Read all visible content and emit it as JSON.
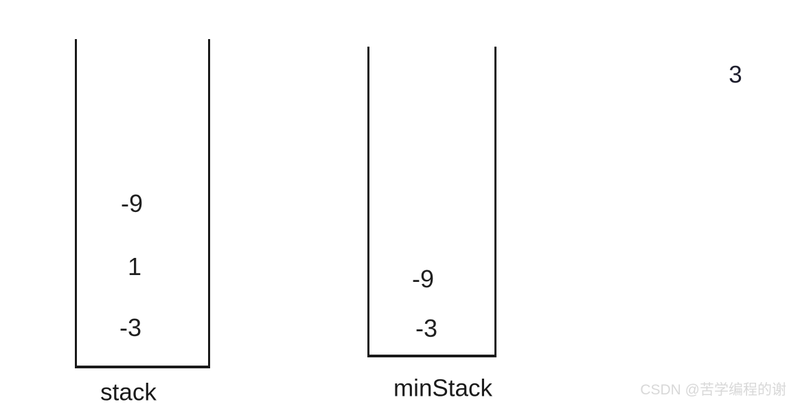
{
  "diagram": {
    "title_hint": "min-stack data structure illustration",
    "stacks": [
      {
        "label": "stack",
        "values": [
          "-9",
          "1",
          "-3"
        ]
      },
      {
        "label": "minStack",
        "values": [
          "-9",
          "-3"
        ]
      }
    ],
    "popped_value": "3",
    "watermark": "CSDN @苦学编程的谢"
  },
  "colors": {
    "background": "#ffffff",
    "line": "#1a1a1a",
    "text": "#1f1f1f",
    "watermark": "#d8d8d8"
  }
}
